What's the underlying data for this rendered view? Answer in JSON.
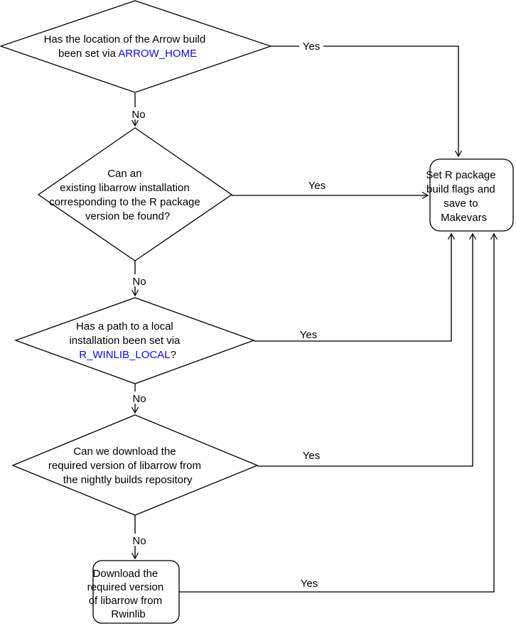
{
  "colors": {
    "stroke": "#000000",
    "text": "#000000",
    "link": "#0b0bee",
    "background": "#ffffff"
  },
  "labels": {
    "yes": "Yes",
    "no": "No"
  },
  "nodes": {
    "decision_arrow_home": {
      "line1": "Has the location of the Arrow build",
      "line2_prefix": "been set via ",
      "line2_link": "ARROW_HOME"
    },
    "decision_existing_libarrow": {
      "line1": "Can an",
      "line2": "existing libarrow installation",
      "line3": "corresponding to the R package",
      "line4": "version be found?"
    },
    "decision_winlib_local": {
      "line1": "Has a path to a local",
      "line2": "installation been set via",
      "line3_link": "R_WINLIB_LOCAL",
      "line3_suffix": "?"
    },
    "decision_nightly_builds": {
      "line1": "Can we download the",
      "line2": "required version of libarrow from",
      "line3": "the nightly builds repository"
    },
    "process_set_flags": {
      "line1": "Set R package",
      "line2": "build flags and",
      "line3": "save to",
      "line4": "Makevars"
    },
    "process_download_rwinlib": {
      "line1": "Download the",
      "line2": "required version",
      "line3": "of libarrow from",
      "line4": "Rwinlib"
    }
  }
}
